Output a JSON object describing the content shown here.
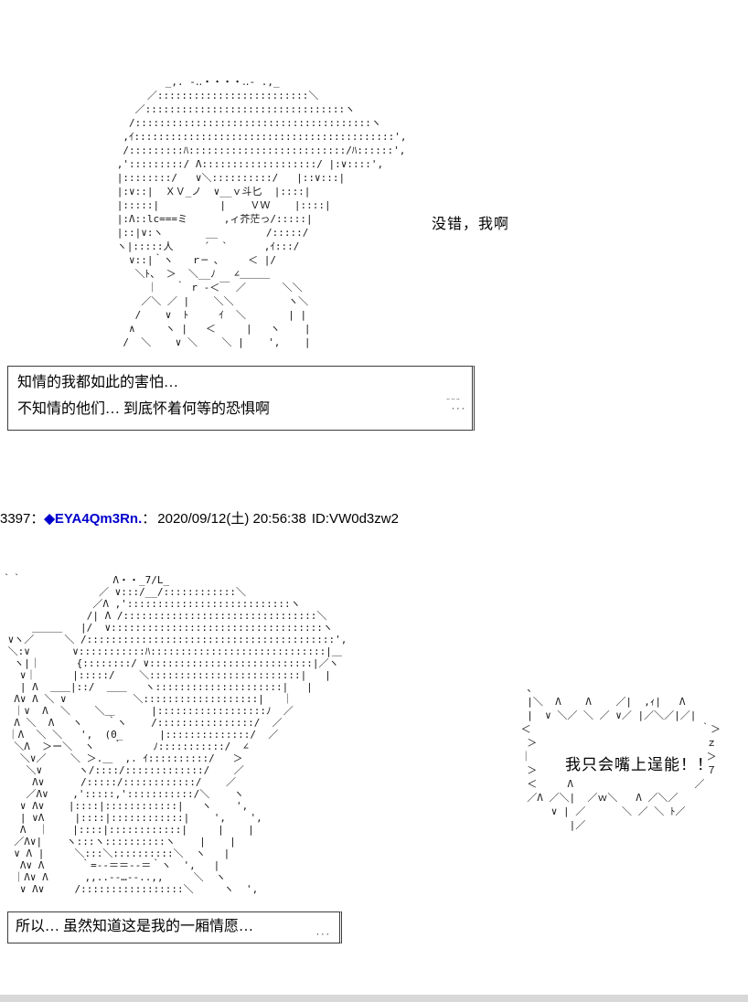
{
  "scene1": {
    "aa": "              _,. -‥・・・・‥- .,_\n           ／:::::::::::::::::::::::::＼\n         ／:::::::::::::::::::::::::::::::::ヽ\n        /:::::::::::::::::::::::::::::::::::::::ヽ\n       ,ｲ:::::::::::::::::::::::::::::::::::::::::::',\n       /:::::::::ﾊ::::::::::::::::::::::::::/ﾊ::::::',\n      ,':::::::::/ Λ:::::::::::::::::::/ |:∨::::',\n      |::::::::/   ∨＼::::::::::/   |::∨:::|\n      |:∨::|  ＸＶ_ノ  ∨__ｖ斗匕  |::::|\n      |:::::|          |    ＶＷ    |::::|\n      |:Λ::lc===ミ      ,ィ芥茫っ/:::::|\n      |::|∨:ヽ       __        /:::::/\n      ヽ|:::::人     ´  `      ,ｲ:::/\n        ∨::|｀ヽ   ｒ─ 、    ＜ |/\n         ＼ﾄ、 ＞  ＼__ﾉ   ∠＿＿＿\n           ｜   ｀ r -＜￣ ／      ＼＼\n          ／＼ ／ |    ＼＼         ヽ＼\n         /    ∨  ﾄ     ｲ  ＼       | |\n        ∧     ヽ |   ＜     |   ヽ    |\n       /  ＼    ∨ ＼    ＼ |    ',    |",
    "speech": "没错，我啊",
    "box": {
      "lines": [
        "知情的我都如此的害怕…",
        "不知情的他们… 到底怀着何等的恐惧啊"
      ],
      "dots": "¨¨¨\n ···"
    }
  },
  "post_header": {
    "number": "3397",
    "separator": "：",
    "tripcode": "◆EYA4Qm3Rn.",
    "separator2": "：",
    "datetime": "2020/09/12(土) 20:56:38",
    "id": "ID:VW0d3zw2",
    "tripcode_color": "#0000cc"
  },
  "scene2": {
    "aa": "｀｀               Λ・・_7/L_\n                ／ ∨:::/__/::::::::::::＼\n               ／Λ ,':::::::::::::::::::::::::::ヽ\n              /| Λ /::::::::::::::::::::::::::::::::＼\n     ＿＿＿   |/  ∨:::::::::::::::::::::::::::::::::::ヽ\n ∨ヽ／     ＼ /:::::::::::::::::::::::::::::::::::::::::',\n ＼:∨       ∨:::::::::::ﾊ:::::::::::::::::::::::::::::|＿\n  ヽ|｜      {::::::::/ ∨:::::::::::::::::::::::::::|／ヽ\n   ∨｜      |:::::/    ＼:::::::::::::::::::::::::|   |\n   | Λ  ＿＿|::/  ＿＿   ヽ:::::::::::::::::::::|   |\n  Λ∨ Λ ＼ ∨           ＼:::::::::::::::::::|   ｜\n  ｜∨  Λ  ＼    ＼＿      |::::::::::::::::::ﾉ  ／\n  Λ ＼  Λ   ヽ    ｀ヽ    /::::::::::::::::/  ／\n ｜Λ  ＼ ＼   ',  (0_      |::::::::::::::/  ／\n  ＼Λ  ＞ー＼  ヽ   ｀     ﾉ:::::::::::/  ∠\n   ＼∨／    ＼ ＞.＿  ,. ｲ::::::::::/   ＞\n    ＼∨      ヽ/::::/:::::::::::::/    ／\n     Λ∨      /:::::/::::::::::::/    ／\n    ／Λ∨    ,':::::,':::::::::::/＼    ヽ\n   ∨ Λ∨    |::::|::::::::::::|   ヽ    ',\n   | ∨Λ     |::::|::::::::::::|    ',    ',\n   Λ  ｜    |::::|::::::::::::|     |    |\n  ／Λ∨|    ヽ:::ヽ::::::::::ヽ    |    |\n  ∨ Λ |     ＼:::＼::::::::::＼  ヽ   |\n   Λ∨ Λ      ｀=--＝＝--＝｀ヽ  ',   |\n  ｜Λ∨ Λ      ,,..-‐…‐-..,,     ＼  ヽ\n   ∨ Λ∨     /:::::::::::::::::＼     ヽ  ',",
    "bubble": {
      "border_aa": "  、\n  |＼  Λ    Λ    ／|  ,ｨ|   Λ\n  |  ∨ ＼／ ＼ ／ ∨／ |／＼／|／|\n ＜                            ｀＞\n  ＞                            ｚ\n ｜                             ＞\n  ＞                            ７\n  ＜     Λ                    ／\n  ／Λ ／＼|  ／ｗ＼   Λ ／＼／\n      ∨ | ／      ＼ ／ ＼ ﾄ／\n         |／",
      "text": "我只会嘴上逞能！！"
    },
    "box": {
      "lines": [
        "所以… 虽然知道这是我的一厢情愿…"
      ],
      "dots": "···"
    }
  }
}
